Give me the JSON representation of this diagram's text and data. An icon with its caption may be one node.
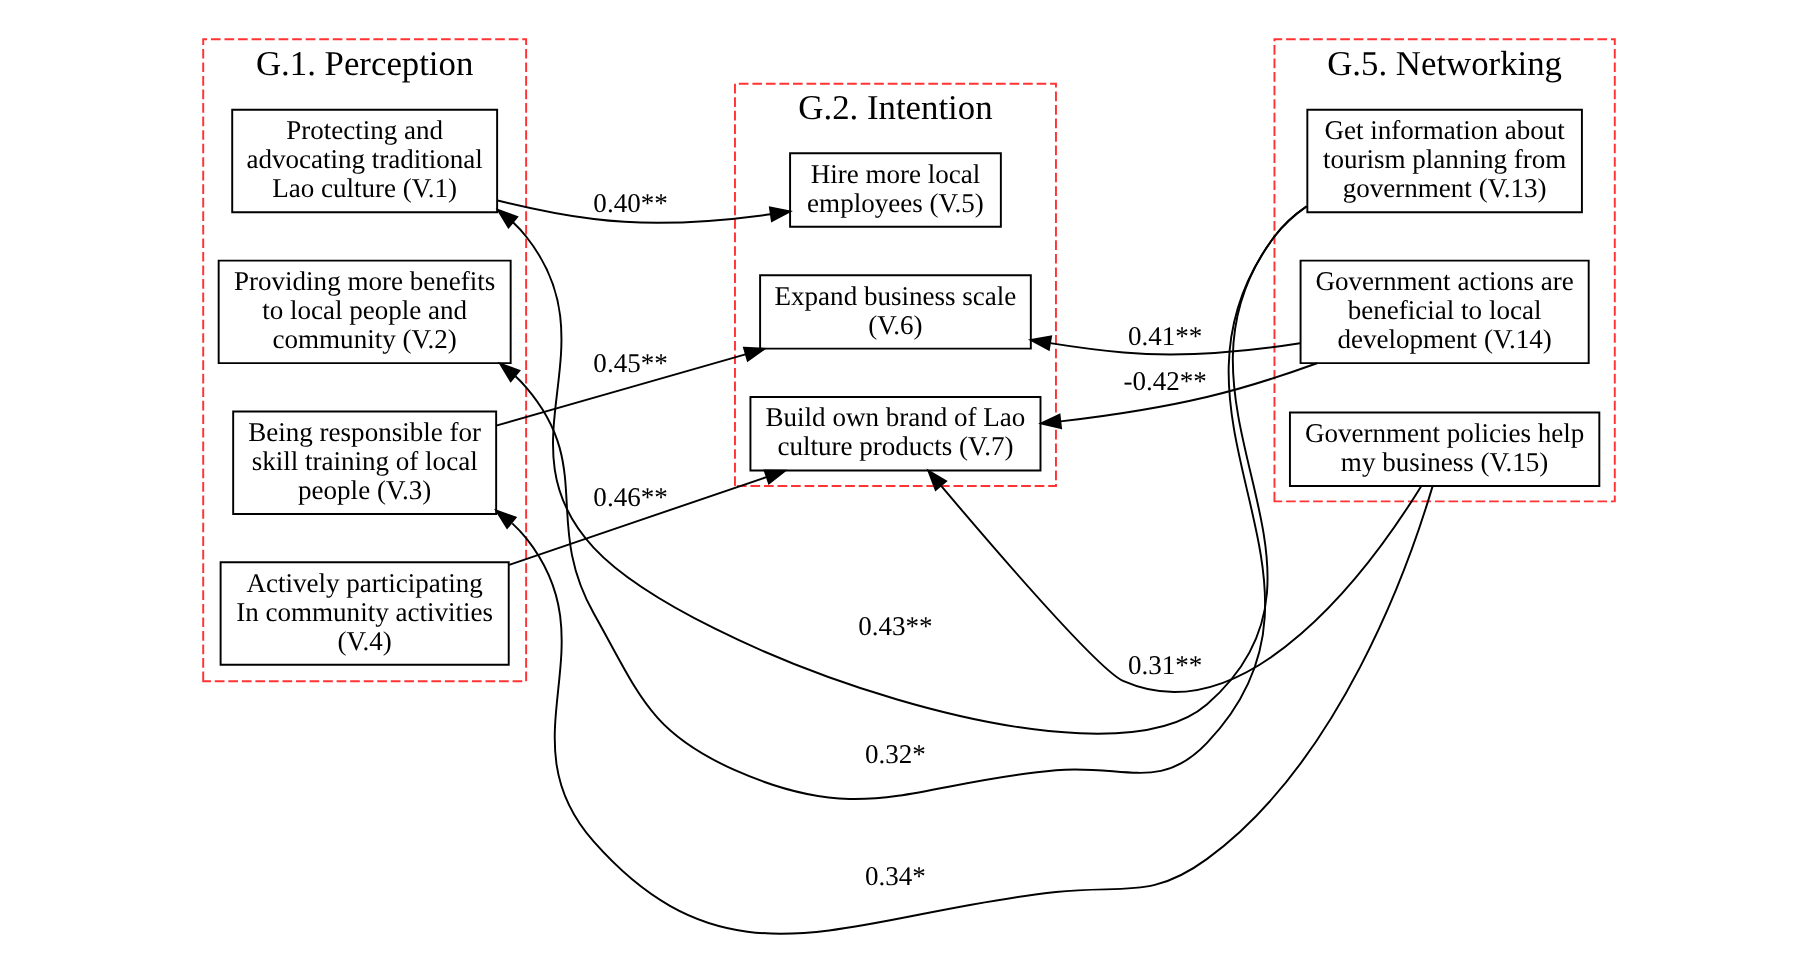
{
  "diagram": {
    "nodes": [
      {
        "text": [
          "G.1. Perception"
        ]
      },
      {
        "text": [
          "Protecting and advocating traditional Lao culture (V.1)"
        ],
        "in": 0
      },
      {
        "text": [
          "Providing more benefits to local people and community (V.2)"
        ],
        "in": 0
      },
      {
        "text": [
          "Being responsible for skill training of local people (V.3)"
        ],
        "in": 0
      },
      {
        "text": [
          "Actively participating In community activities (V.4)"
        ],
        "in": 0
      },
      {
        "text": [
          "G.2. Intention"
        ]
      },
      {
        "text": [
          "Hire more local employees (V.5)"
        ],
        "in": 5
      },
      {
        "text": [
          "Expand business scale (V.6)"
        ],
        "in": 5
      },
      {
        "text": [
          "Build own brand of Lao culture products (V.7)"
        ],
        "in": 5
      },
      {
        "text": [
          "G.5. Networking"
        ]
      },
      {
        "text": [
          "Get information about tourism planning from government (V.13)"
        ],
        "in": 9
      },
      {
        "text": [
          "Government actions are beneficial to local development (V.14)"
        ],
        "in": 9
      },
      {
        "text": [
          "Government policies help my business (V.15)"
        ],
        "in": 9
      }
    ],
    "edges": [
      {
        "from": 10,
        "to": 2,
        "arrow": "to",
        "label": "0.32*"
      },
      {
        "from": 1,
        "to": 6,
        "arrow": "to",
        "label": "0.40**"
      },
      {
        "from": 11,
        "to": 7,
        "arrow": "to",
        "label": "0.41**"
      },
      {
        "from": 3,
        "to": 7,
        "arrow": "to",
        "label": "0.45**"
      },
      {
        "from": 11,
        "to": 8,
        "arrow": "to",
        "label": "-0.42**"
      },
      {
        "from": 4,
        "to": 8,
        "arrow": "to",
        "label": "0.46**"
      },
      {
        "from": 12,
        "to": 8,
        "arrow": "to",
        "label": "0.31**"
      },
      {
        "from": 12,
        "to": 3,
        "arrow": "to",
        "label": "0.34*"
      },
      {
        "from": 10,
        "to": 1,
        "arrow": "to",
        "label": "0.43**"
      }
    ]
  }
}
